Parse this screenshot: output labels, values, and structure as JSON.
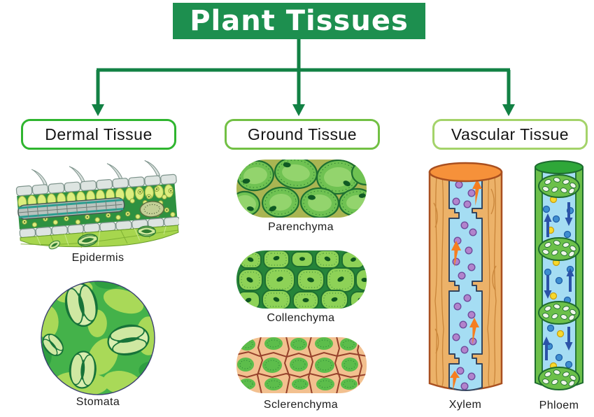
{
  "title": "Plant Tissues",
  "colors": {
    "banner_bg": "#1d8f4f",
    "banner_text": "#ffffff",
    "connector": "#128144",
    "dermal_border": "#2fb52f",
    "ground_border": "#72c044",
    "vascular_border": "#a4d36a"
  },
  "branches": [
    {
      "label": "Dermal Tissue",
      "items": [
        {
          "label": "Epidermis"
        },
        {
          "label": "Stomata"
        }
      ]
    },
    {
      "label": "Ground Tissue",
      "items": [
        {
          "label": "Parenchyma"
        },
        {
          "label": "Collenchyma"
        },
        {
          "label": "Sclerenchyma"
        }
      ]
    },
    {
      "label": "Vascular Tissue",
      "items": [
        {
          "label": "Xylem"
        },
        {
          "label": "Phloem"
        }
      ]
    }
  ]
}
